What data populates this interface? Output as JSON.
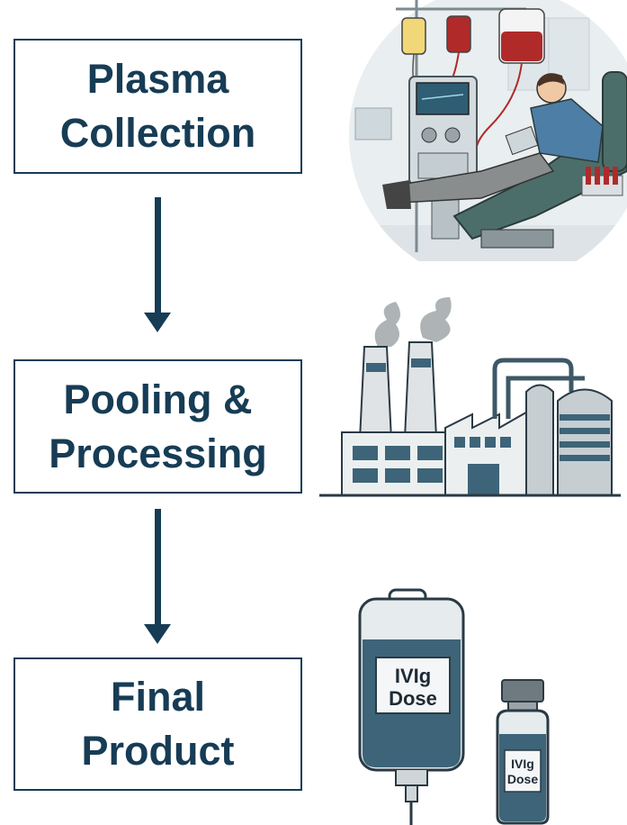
{
  "steps": [
    {
      "line1": "Plasma",
      "line2": "Collection"
    },
    {
      "line1": "Pooling &",
      "line2": "Processing"
    },
    {
      "line1": "Final",
      "line2": "Product"
    }
  ],
  "products": {
    "bag_label_line1": "IVIg",
    "bag_label_line2": "Dose",
    "vial_label_line1": "IVIg",
    "vial_label_line2": "Dose"
  },
  "colors": {
    "box_border": "#173c55",
    "text": "#173c55",
    "arrow": "#173c55",
    "fluid": "#3d6478",
    "blood": "#b02a2a",
    "chair": "#4c6e6a"
  },
  "icons": [
    "plasma-donor-illustration",
    "factory-illustration",
    "iv-bag-icon",
    "vial-icon"
  ]
}
